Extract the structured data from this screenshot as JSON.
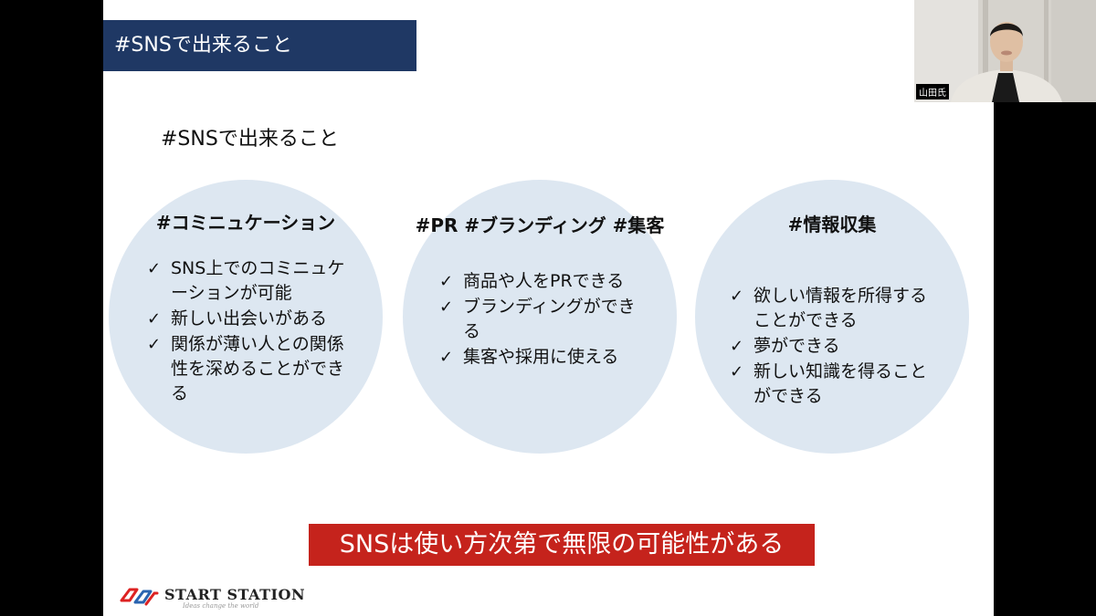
{
  "slide": {
    "header": "#SNSで出来ること",
    "subtitle": "#SNSで出来ること",
    "circles": [
      {
        "title": "#コミニュケーション",
        "items": [
          "SNS上でのコミニュケーションが可能",
          "新しい出会いがある",
          "関係が薄い人との関係性を深めることができる"
        ]
      },
      {
        "title": "#PR #ブランディング #集客",
        "items": [
          "商品や人をPRできる",
          "ブランディングができる",
          "集客や採用に使える"
        ]
      },
      {
        "title": "#情報収集",
        "items": [
          "欲しい情報を所得することができる",
          "夢ができる",
          "新しい知識を得ることができる"
        ]
      }
    ],
    "check_mark": "✓",
    "banner": "SNSは使い方次第で無限の可能性がある",
    "logo": {
      "name": "START STATION",
      "tagline": "Ideas change the world"
    }
  },
  "webcam": {
    "participant_name": "山田氏"
  },
  "colors": {
    "header_bg": "#1f3864",
    "circle_bg": "#dde7f1",
    "banner_bg": "#c5231c"
  }
}
